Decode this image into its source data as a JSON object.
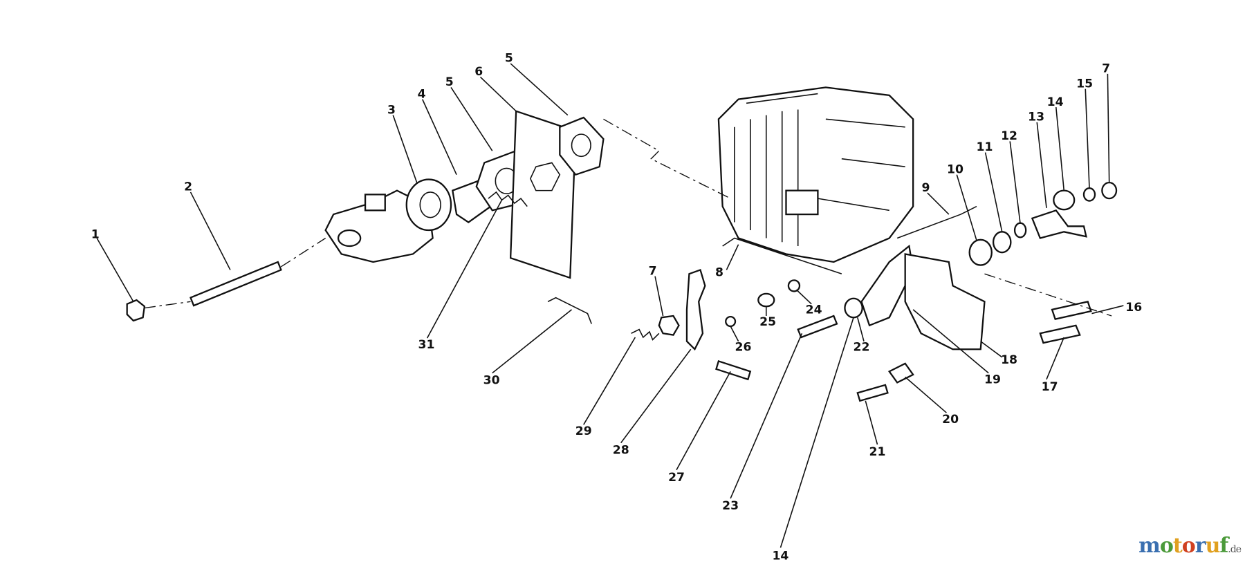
{
  "callouts": [
    "1",
    "2",
    "3",
    "4",
    "5",
    "6",
    "5",
    "7",
    "15",
    "14",
    "13",
    "12",
    "11",
    "10",
    "9",
    "8",
    "7",
    "24",
    "25",
    "26",
    "22",
    "19",
    "18",
    "16",
    "17",
    "20",
    "21",
    "14",
    "23",
    "27",
    "28",
    "29",
    "30",
    "31"
  ],
  "watermark": {
    "letters": [
      "m",
      "o",
      "t",
      "o",
      "r",
      "u",
      "f"
    ],
    "colors": [
      "#3a6fb0",
      "#4b9a3a",
      "#e0a020",
      "#d04020",
      "#3a6fb0",
      "#e0a020",
      "#4b9a3a"
    ],
    "suffix": ".de"
  }
}
